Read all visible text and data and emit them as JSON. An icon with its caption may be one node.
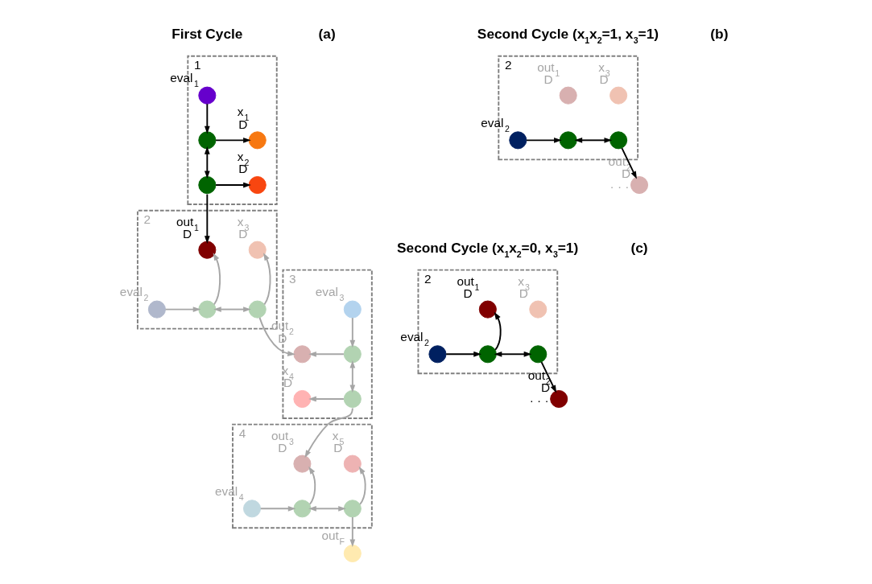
{
  "diagram": {
    "nodes": [
      {
        "text": [
          "1"
        ]
      },
      {
        "text": [],
        "shape": "circle",
        "in": 0,
        "beside": [
          "eval$_{1}$"
        ]
      },
      {
        "text": [],
        "shape": "circle",
        "in": 0,
        "beside": [
          "x$_{1}$",
          "D"
        ]
      },
      {
        "text": [],
        "shape": "circle",
        "in": 0
      },
      {
        "text": [],
        "shape": "circle",
        "in": 0,
        "beside": [
          "x$_{2}$",
          "D"
        ]
      },
      {
        "text": [],
        "shape": "circle",
        "in": 0
      },
      {
        "text": [
          "2"
        ]
      },
      {
        "text": [],
        "shape": "circle",
        "in": 6,
        "beside": [
          "out$_{1}$",
          "D"
        ]
      },
      {
        "text": [],
        "shape": "circle",
        "in": 6,
        "beside": [
          "x$_{3}$",
          "D"
        ]
      },
      {
        "text": [],
        "shape": "circle",
        "in": 6,
        "beside": [
          "eval$_{2}$"
        ]
      },
      {
        "text": [],
        "shape": "circle",
        "in": 6
      },
      {
        "text": [],
        "shape": "circle",
        "in": 6
      },
      {
        "text": [
          "3"
        ]
      },
      {
        "text": [],
        "shape": "circle",
        "in": 12,
        "beside": [
          "eval$_{3}$"
        ]
      },
      {
        "text": [],
        "shape": "circle",
        "in": 12,
        "beside": [
          "out$_{2}$",
          "D"
        ]
      },
      {
        "text": [],
        "shape": "circle",
        "in": 12
      },
      {
        "text": [],
        "shape": "circle",
        "in": 12,
        "beside": [
          "x$_{4}$",
          "D"
        ]
      },
      {
        "text": [],
        "shape": "circle",
        "in": 12
      },
      {
        "text": [
          "4"
        ]
      },
      {
        "text": [],
        "shape": "circle",
        "in": 18,
        "beside": [
          "out$_{3}$",
          "D"
        ]
      },
      {
        "text": [],
        "shape": "circle",
        "in": 18,
        "beside": [
          "x$_{5}$",
          "D"
        ]
      },
      {
        "text": [],
        "shape": "circle",
        "in": 18,
        "beside": [
          "eval$_{4}$"
        ]
      },
      {
        "text": [],
        "shape": "circle",
        "in": 18
      },
      {
        "text": [],
        "shape": "circle",
        "in": 18
      },
      {
        "text": [],
        "shape": "circle",
        "beside": [
          "out$_{F}$"
        ]
      },
      {
        "text": [
          "2"
        ]
      },
      {
        "text": [],
        "shape": "circle",
        "in": 25,
        "beside": [
          "out$_{1}$",
          "D"
        ]
      },
      {
        "text": [],
        "shape": "circle",
        "in": 25,
        "beside": [
          "x$_{3}$",
          "D"
        ]
      },
      {
        "text": [],
        "shape": "circle",
        "in": 25,
        "beside": [
          "eval$_{2}$"
        ]
      },
      {
        "text": [],
        "shape": "circle",
        "in": 25
      },
      {
        "text": [],
        "shape": "circle",
        "in": 25
      },
      {
        "text": [],
        "shape": "circle",
        "beside": [
          "out$_{2}$",
          "D",
          "· · ·"
        ]
      },
      {
        "text": [
          "2"
        ]
      },
      {
        "text": [],
        "shape": "circle",
        "in": 32,
        "beside": [
          "out$_{1}$",
          "D"
        ]
      },
      {
        "text": [],
        "shape": "circle",
        "in": 32,
        "beside": [
          "x$_{3}$",
          "D"
        ]
      },
      {
        "text": [],
        "shape": "circle",
        "in": 32,
        "beside": [
          "eval$_{2}$"
        ]
      },
      {
        "text": [],
        "shape": "circle",
        "in": 32
      },
      {
        "text": [],
        "shape": "circle",
        "in": 32
      },
      {
        "text": [],
        "shape": "circle",
        "beside": [
          "out$_{2}$",
          "D",
          "· · ·"
        ]
      }
    ],
    "edges": [
      {
        "from": 1,
        "to": 3,
        "arrow": "to",
        "color": "#000000"
      },
      {
        "from": 3,
        "to": 2,
        "arrow": "to",
        "color": "#000000"
      },
      {
        "from": 3,
        "to": 5,
        "arrow": "both",
        "color": "#000000"
      },
      {
        "from": 5,
        "to": 4,
        "arrow": "to",
        "color": "#000000"
      },
      {
        "from": 5,
        "to": 7,
        "arrow": "to",
        "color": "#000000"
      },
      {
        "from": 10,
        "to": 7,
        "arrow": "to"
      },
      {
        "from": 11,
        "to": 8,
        "arrow": "to"
      },
      {
        "from": 9,
        "to": 10,
        "arrow": "to"
      },
      {
        "from": 10,
        "to": 11,
        "arrow": "both"
      },
      {
        "from": 11,
        "to": 14,
        "arrow": "to"
      },
      {
        "from": 13,
        "to": 15,
        "arrow": "to"
      },
      {
        "from": 15,
        "to": 14,
        "arrow": "to"
      },
      {
        "from": 15,
        "to": 17,
        "arrow": "both"
      },
      {
        "from": 17,
        "to": 16,
        "arrow": "to"
      },
      {
        "from": 17,
        "to": 19,
        "arrow": "to"
      },
      {
        "from": 22,
        "to": 19,
        "arrow": "to"
      },
      {
        "from": 23,
        "to": 20,
        "arrow": "to"
      },
      {
        "from": 21,
        "to": 22,
        "arrow": "to"
      },
      {
        "from": 22,
        "to": 23,
        "arrow": "both"
      },
      {
        "from": 23,
        "to": 24,
        "arrow": "to"
      },
      {
        "from": 28,
        "to": 29,
        "arrow": "to",
        "color": "#000000"
      },
      {
        "from": 29,
        "to": 30,
        "arrow": "both",
        "color": "#000000"
      },
      {
        "from": 30,
        "to": 31,
        "arrow": "to",
        "color": "#000000"
      },
      {
        "from": 35,
        "to": 36,
        "arrow": "to",
        "color": "#000000"
      },
      {
        "from": 36,
        "to": 33,
        "arrow": "to",
        "color": "#000000"
      },
      {
        "from": 36,
        "to": 37,
        "arrow": "both",
        "color": "#000000"
      },
      {
        "from": 37,
        "to": 38,
        "arrow": "to",
        "color": "#000000"
      }
    ],
    "labels": [
      "(a)",
      "First Cycle",
      "(b)",
      "Second Cycle (x$_{1}$x$_{2}$=1, x$_{3}$=1)",
      "(c)",
      "Second Cycle (x$_{1}$x$_{2}$=0, x$_{3}$=1)"
    ]
  }
}
